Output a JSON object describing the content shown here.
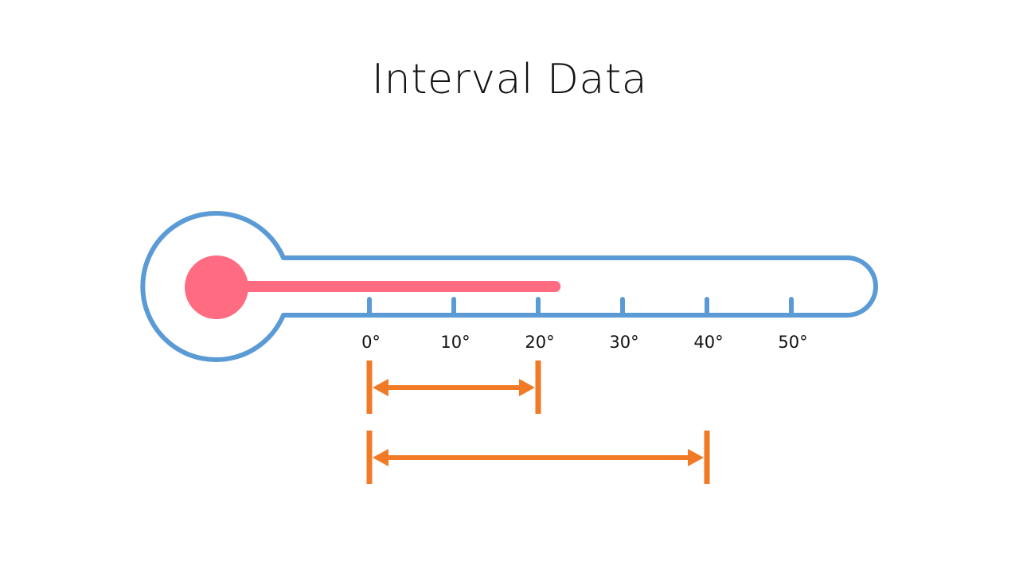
{
  "title": "Interval Data",
  "colors": {
    "outline": "#5b9bd5",
    "mercury": "#ff6b81",
    "interval": "#f07a26",
    "text": "#111111"
  },
  "scale": {
    "ticks": [
      0,
      10,
      20,
      30,
      40,
      50
    ],
    "tick_labels": [
      "0°",
      "10°",
      "20°",
      "30°",
      "40°",
      "50°"
    ]
  },
  "reading": 22,
  "intervals": [
    {
      "from": 0,
      "to": 20
    },
    {
      "from": 0,
      "to": 40
    }
  ]
}
